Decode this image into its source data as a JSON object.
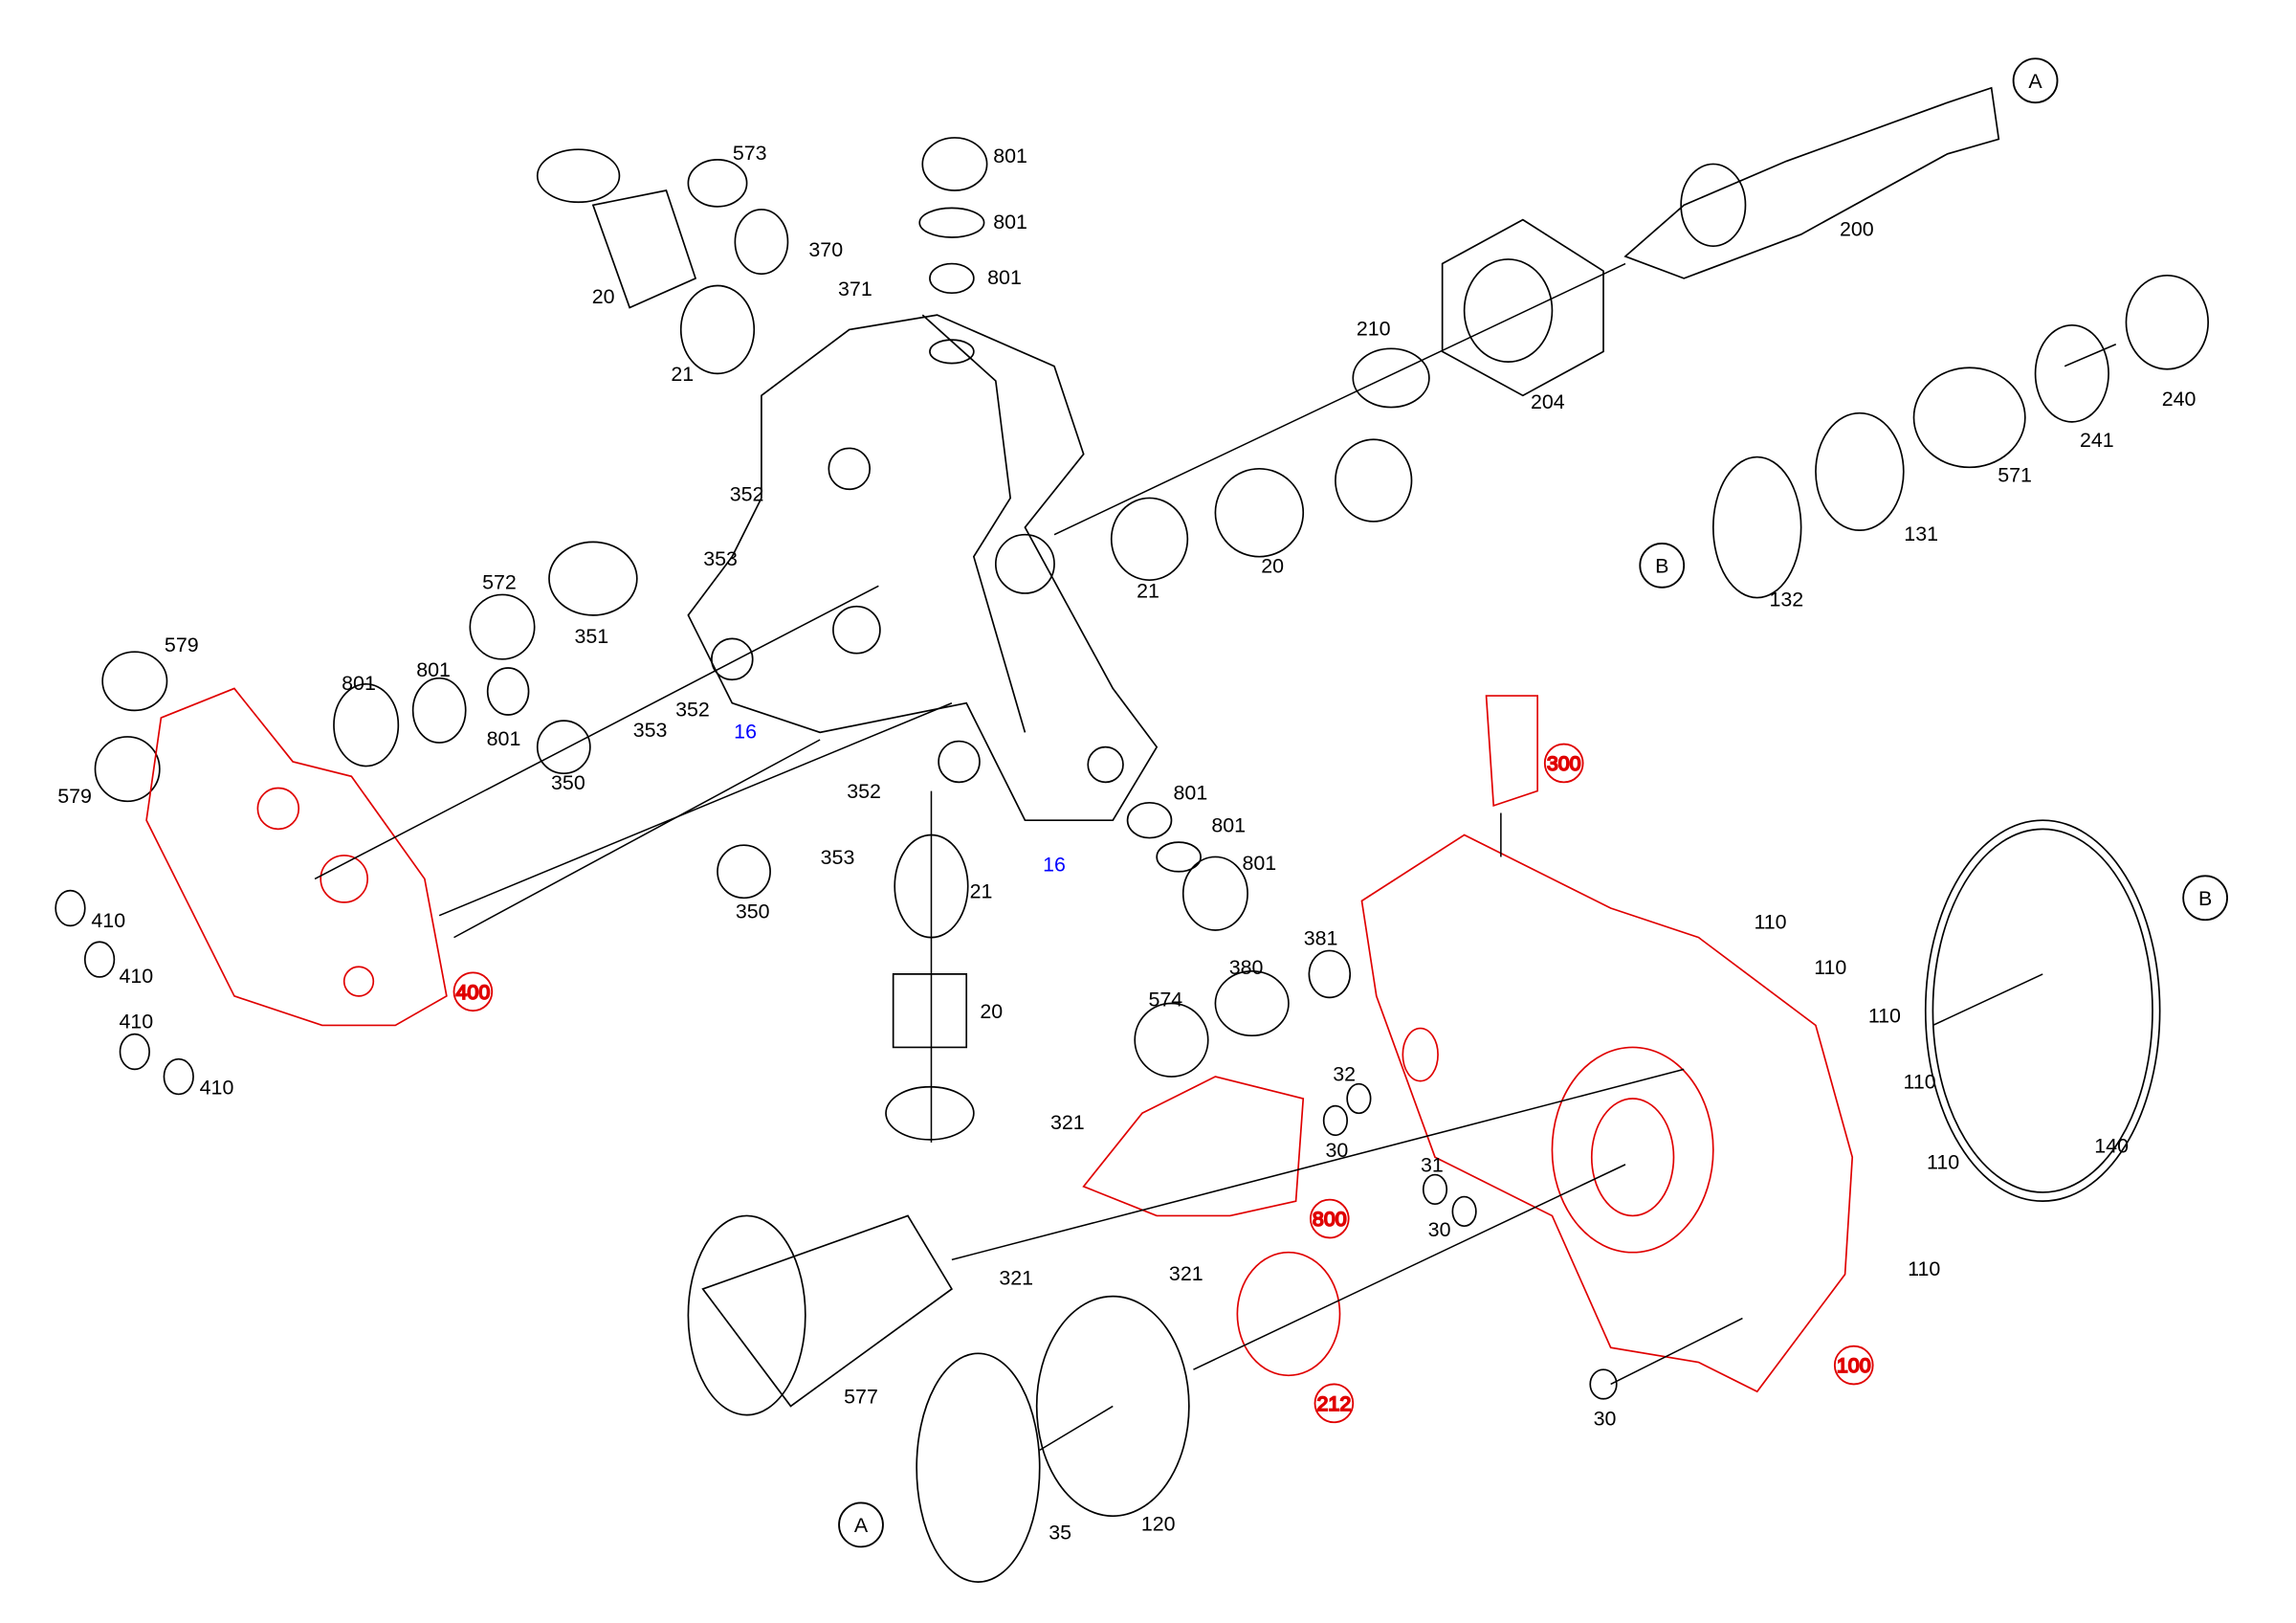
{
  "diagram": {
    "type": "exploded-parts-diagram",
    "colors": {
      "standard": "#000000",
      "highlight": "#e00000",
      "alternate": "#0000ff"
    },
    "labels": [
      {
        "text": "573",
        "style": "black"
      },
      {
        "text": "370",
        "style": "black"
      },
      {
        "text": "20",
        "style": "black"
      },
      {
        "text": "371",
        "style": "black"
      },
      {
        "text": "21",
        "style": "black"
      },
      {
        "text": "801",
        "style": "black"
      },
      {
        "text": "801",
        "style": "black"
      },
      {
        "text": "801",
        "style": "black"
      },
      {
        "text": "200",
        "style": "black"
      },
      {
        "text": "210",
        "style": "black"
      },
      {
        "text": "204",
        "style": "black"
      },
      {
        "text": "240",
        "style": "black"
      },
      {
        "text": "241",
        "style": "black"
      },
      {
        "text": "571",
        "style": "black"
      },
      {
        "text": "131",
        "style": "black"
      },
      {
        "text": "132",
        "style": "black"
      },
      {
        "text": "352",
        "style": "black"
      },
      {
        "text": "353",
        "style": "black"
      },
      {
        "text": "572",
        "style": "black"
      },
      {
        "text": "351",
        "style": "black"
      },
      {
        "text": "21",
        "style": "black"
      },
      {
        "text": "20",
        "style": "black"
      },
      {
        "text": "579",
        "style": "black"
      },
      {
        "text": "801",
        "style": "black"
      },
      {
        "text": "801",
        "style": "black"
      },
      {
        "text": "801",
        "style": "black"
      },
      {
        "text": "353",
        "style": "black"
      },
      {
        "text": "352",
        "style": "black"
      },
      {
        "text": "579",
        "style": "black"
      },
      {
        "text": "350",
        "style": "black"
      },
      {
        "text": "352",
        "style": "black"
      },
      {
        "text": "353",
        "style": "black"
      },
      {
        "text": "350",
        "style": "black"
      },
      {
        "text": "21",
        "style": "black"
      },
      {
        "text": "801",
        "style": "black"
      },
      {
        "text": "801",
        "style": "black"
      },
      {
        "text": "801",
        "style": "black"
      },
      {
        "text": "410",
        "style": "black"
      },
      {
        "text": "410",
        "style": "black"
      },
      {
        "text": "410",
        "style": "black"
      },
      {
        "text": "410",
        "style": "black"
      },
      {
        "text": "381",
        "style": "black"
      },
      {
        "text": "380",
        "style": "black"
      },
      {
        "text": "574",
        "style": "black"
      },
      {
        "text": "20",
        "style": "black"
      },
      {
        "text": "110",
        "style": "black"
      },
      {
        "text": "110",
        "style": "black"
      },
      {
        "text": "110",
        "style": "black"
      },
      {
        "text": "110",
        "style": "black"
      },
      {
        "text": "110",
        "style": "black"
      },
      {
        "text": "110",
        "style": "black"
      },
      {
        "text": "140",
        "style": "black"
      },
      {
        "text": "321",
        "style": "black"
      },
      {
        "text": "32",
        "style": "black"
      },
      {
        "text": "30",
        "style": "black"
      },
      {
        "text": "31",
        "style": "black"
      },
      {
        "text": "30",
        "style": "black"
      },
      {
        "text": "321",
        "style": "black"
      },
      {
        "text": "321",
        "style": "black"
      },
      {
        "text": "577",
        "style": "black"
      },
      {
        "text": "30",
        "style": "black"
      },
      {
        "text": "35",
        "style": "black"
      },
      {
        "text": "120",
        "style": "black"
      },
      {
        "text": "16",
        "style": "blue"
      },
      {
        "text": "16",
        "style": "blue"
      },
      {
        "text": "300",
        "style": "red"
      },
      {
        "text": "400",
        "style": "red"
      },
      {
        "text": "800",
        "style": "red"
      },
      {
        "text": "212",
        "style": "red"
      },
      {
        "text": "100",
        "style": "red"
      },
      {
        "text": "A",
        "style": "ref"
      },
      {
        "text": "B",
        "style": "ref"
      },
      {
        "text": "B",
        "style": "ref"
      },
      {
        "text": "A",
        "style": "ref"
      }
    ]
  }
}
